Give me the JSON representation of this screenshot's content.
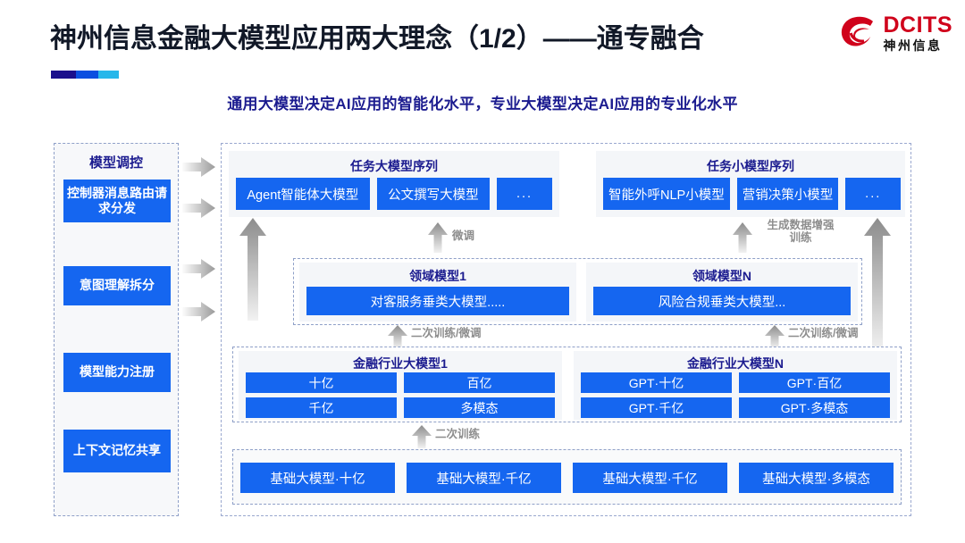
{
  "header": {
    "title": "神州信息金融大模型应用两大理念（1/2）——通专融合",
    "subtitle": "通用大模型决定AI应用的智能化水平，专业大模型决定AI应用的专业化水平",
    "logo": {
      "en": "DCITS",
      "cn": "神州信息",
      "mark": "dcits-swirl-icon"
    },
    "accent_colors": [
      "#1b0f8c",
      "#0b4fe0",
      "#27b7ea"
    ]
  },
  "colors": {
    "chip_blue": "#1566f0",
    "title_navy": "#1b1b8f",
    "logo_red": "#d0021b",
    "arrow_gray": "#b5b5b5",
    "panel_bg": "#f4f6f9",
    "dashed_border": "#8fa0c8"
  },
  "control_panel": {
    "title": "模型调控",
    "items": [
      {
        "label": "控制器消息路由请求分发"
      },
      {
        "label": "意图理解拆分"
      },
      {
        "label": "模型能力注册"
      },
      {
        "label": "上下文记忆共享"
      }
    ],
    "arrows": [
      {
        "name": "dispatch-arrow-1"
      },
      {
        "name": "dispatch-arrow-2"
      },
      {
        "name": "dispatch-arrow-3"
      },
      {
        "name": "dispatch-arrow-4"
      }
    ]
  },
  "task_sequences": [
    {
      "title": "任务大模型序列",
      "chips": [
        "Agent智能体大模型",
        "公文撰写大模型",
        "..."
      ]
    },
    {
      "title": "任务小模型序列",
      "chips": [
        "智能外呼NLP小模型",
        "营销决策小模型",
        "..."
      ]
    }
  ],
  "domain_models": [
    {
      "title": "领域模型1",
      "chip": "对客服务垂类大模型....."
    },
    {
      "title": "领域模型N",
      "chip": "风险合规垂类大模型..."
    }
  ],
  "industry_models": [
    {
      "title": "金融行业大模型1",
      "chips": [
        "十亿",
        "百亿",
        "千亿",
        "多模态"
      ]
    },
    {
      "title": "金融行业大模型N",
      "chips": [
        "GPT·十亿",
        "GPT·百亿",
        "GPT·千亿",
        "GPT·多模态"
      ]
    }
  ],
  "base_models": {
    "chips": [
      "基础大模型·十亿",
      "基础大模型·千亿",
      "基础大模型·千亿",
      "基础大模型·多模态"
    ]
  },
  "flow_labels": {
    "finetune": "微调",
    "data_aug_train": "生成数据增强\n训练",
    "retrain_finetune_left": "二次训练/微调",
    "retrain_finetune_right": "二次训练/微调",
    "retrain": "二次训练"
  }
}
